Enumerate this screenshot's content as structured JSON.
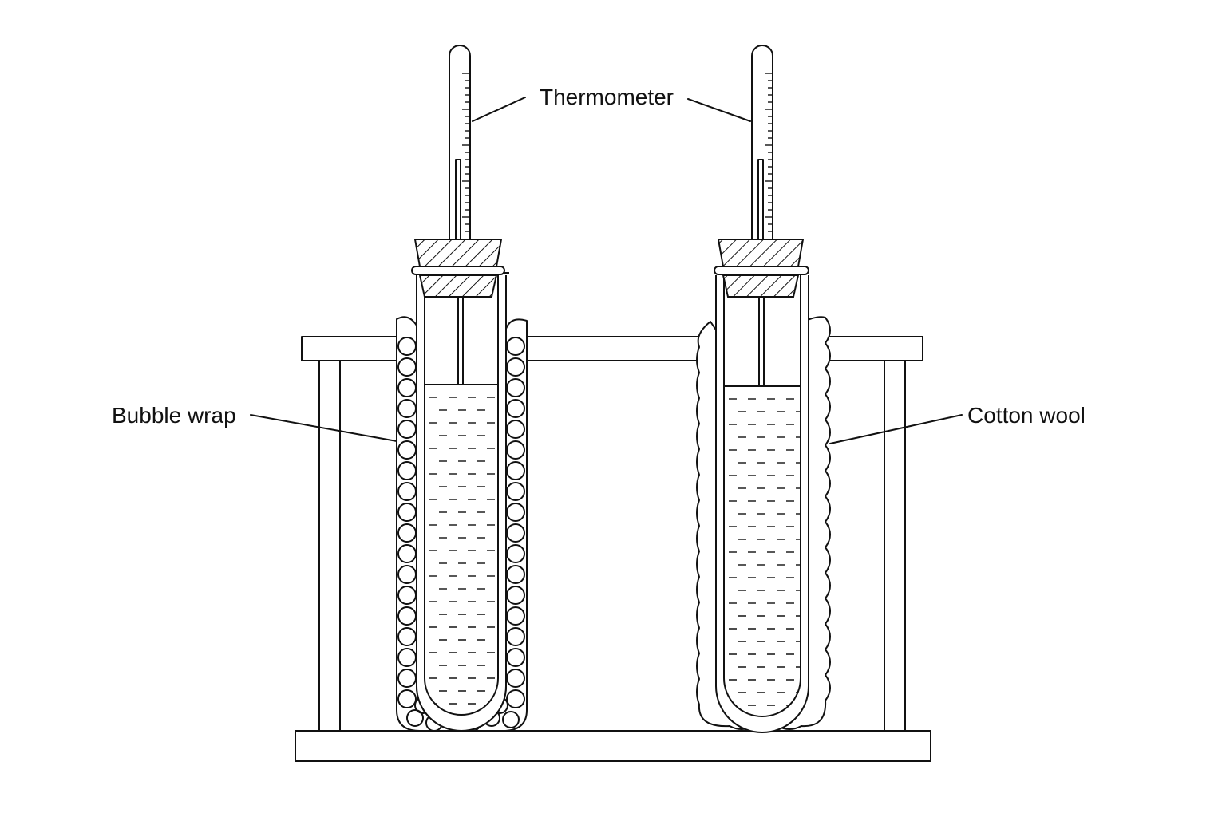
{
  "labels": {
    "thermometer": "Thermometer",
    "bubble_wrap": "Bubble wrap",
    "cotton_wool": "Cotton wool"
  },
  "colors": {
    "ink": "#111111",
    "paper": "#ffffff"
  }
}
